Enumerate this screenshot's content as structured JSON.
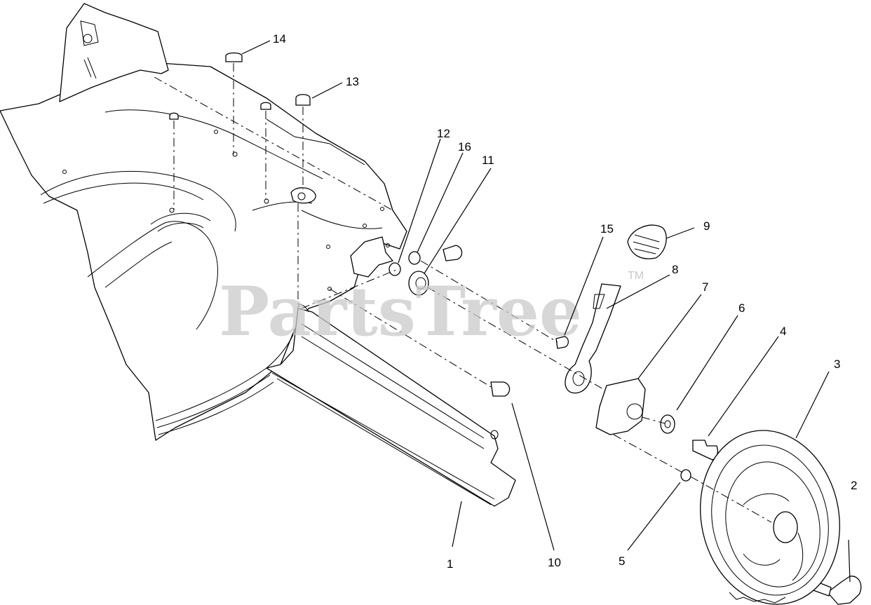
{
  "watermark": {
    "text": "PartsTree",
    "tm": "TM"
  },
  "callouts": [
    "1",
    "2",
    "3",
    "4",
    "5",
    "6",
    "7",
    "8",
    "9",
    "10",
    "11",
    "12",
    "13",
    "14",
    "15",
    "16"
  ],
  "colors": {
    "line": "#000000",
    "background": "#ffffff",
    "watermark": "#c9c9c9"
  }
}
